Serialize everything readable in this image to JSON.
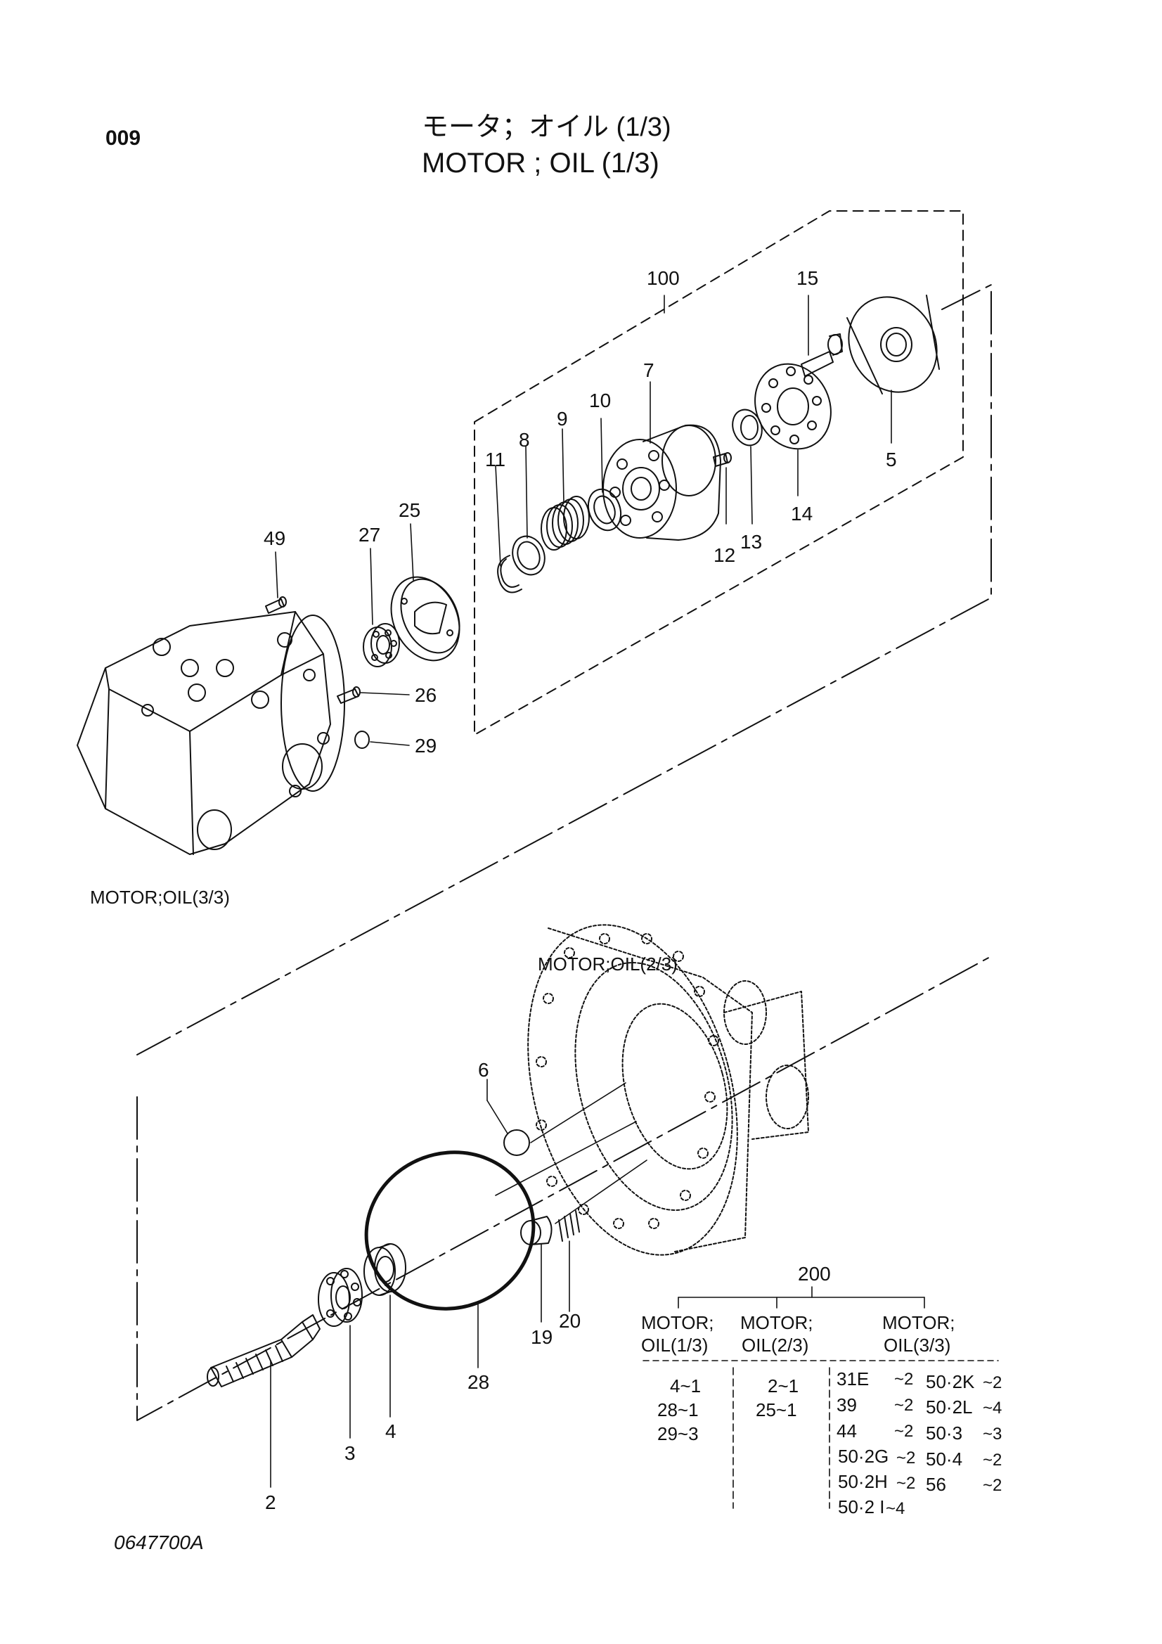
{
  "page_code": "009",
  "title_jp": "モータ；オイル (1/3)",
  "title_en": "MOTOR ; OIL (1/3)",
  "document_id": "0647700A",
  "assembly_labels": {
    "motor_oil_3_3": "MOTOR;OIL(3/3)",
    "motor_oil_2_3": "MOTOR;OIL(2/3)"
  },
  "callouts": {
    "c100": "100",
    "c15": "15",
    "c7": "7",
    "c10": "10",
    "c9": "9",
    "c8": "8",
    "c11": "11",
    "c12": "12",
    "c13": "13",
    "c14": "14",
    "c5": "5",
    "c25": "25",
    "c27": "27",
    "c49": "49",
    "c26": "26",
    "c29": "29",
    "c6": "6",
    "c28": "28",
    "c19": "19",
    "c20": "20",
    "c2": "2",
    "c3": "3",
    "c4": "4"
  },
  "kit_table": {
    "kit_number": "200",
    "col1_header_line1": "MOTOR;",
    "col1_header_line2": "OIL(1/3)",
    "col2_header_line1": "MOTOR;",
    "col2_header_line2": "OIL(2/3)",
    "col3_header_line1": "MOTOR;",
    "col3_header_line2": "OIL(3/3)",
    "col1_rows": [
      "4~1",
      "28~1",
      "29~3"
    ],
    "col2_rows": [
      "2~1",
      "25~1"
    ],
    "col3a_parts": [
      "31E",
      "39",
      "44",
      "50·2G",
      "50·2H",
      "50·2 I"
    ],
    "col3a_qty": [
      "~2",
      "~2",
      "~2",
      "~2",
      "~2",
      "~4"
    ],
    "col3b_parts": [
      "50·2K",
      "50·2L",
      "50·3",
      "50·4",
      "56"
    ],
    "col3b_qty": [
      "~2",
      "~4",
      "~3",
      "~2",
      "~2"
    ]
  }
}
